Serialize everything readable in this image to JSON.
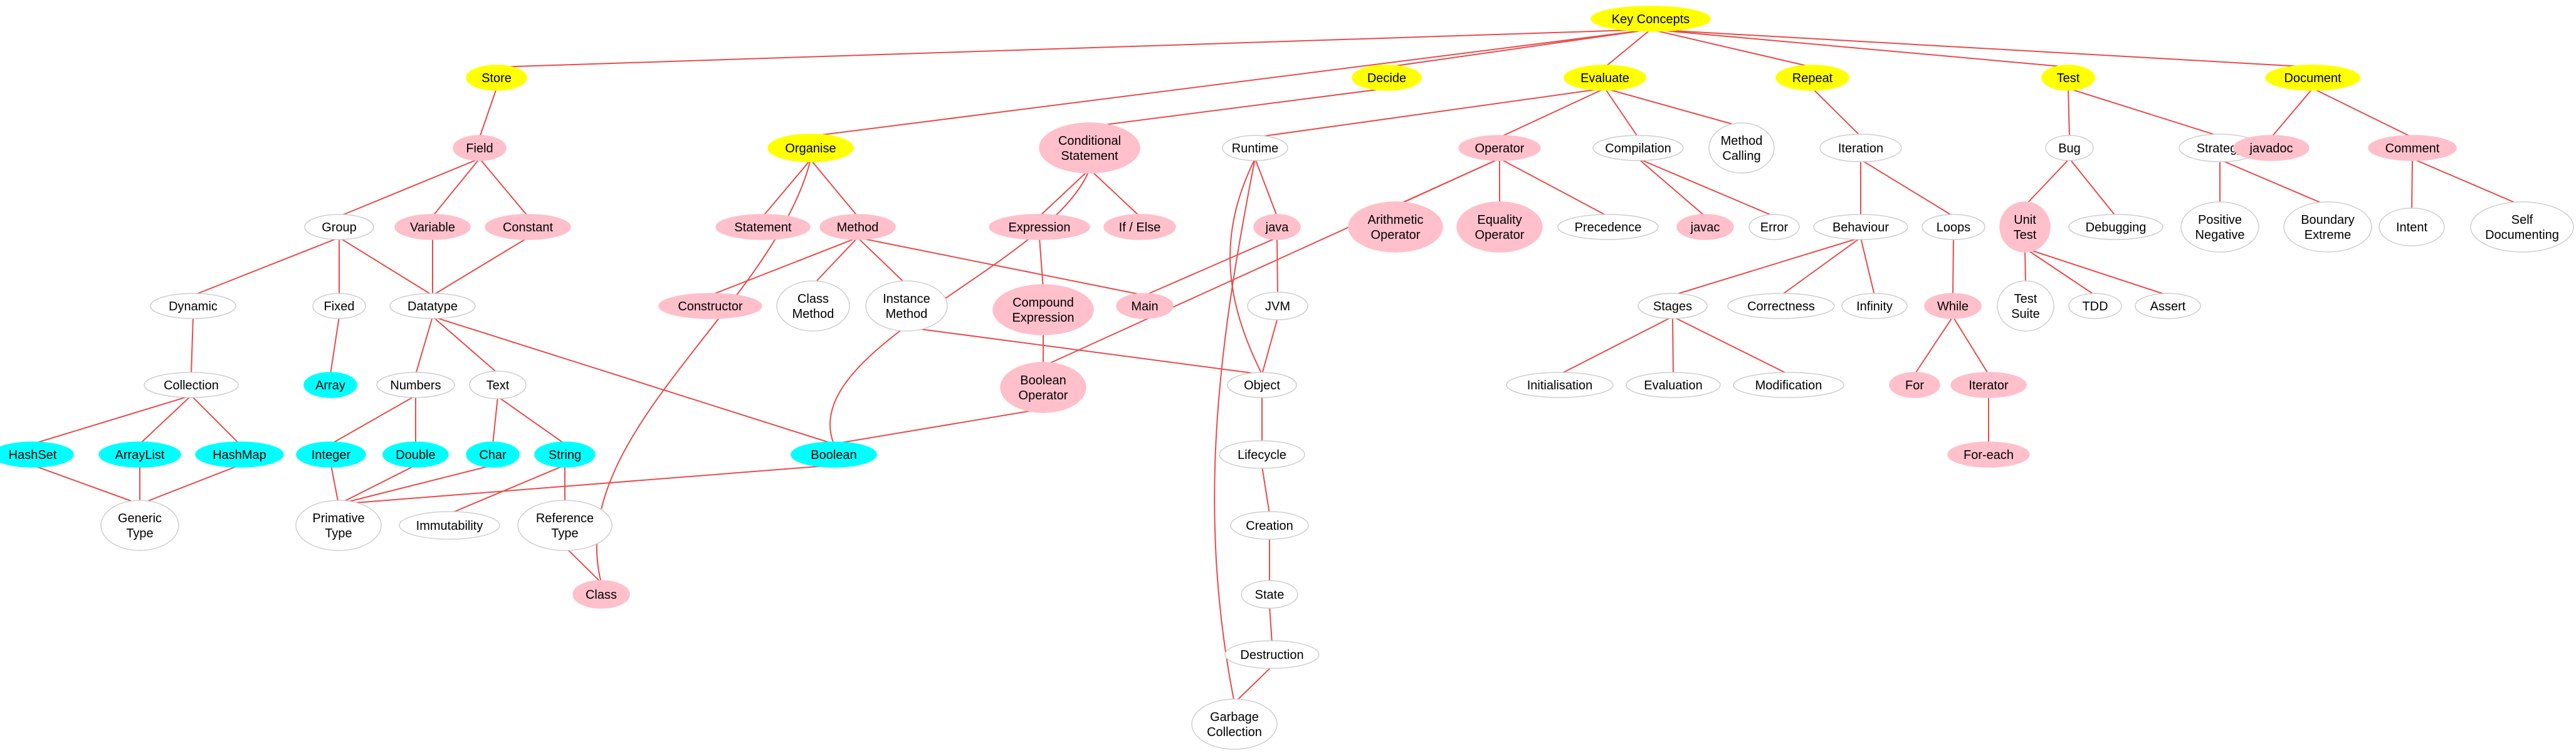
{
  "colors": {
    "edge": "#ea4b4b",
    "yellow": "#ffff00",
    "pink": "#ffc0cb",
    "cyan": "#00ffff",
    "white": "#ffffff",
    "outline": "#cfcfcf"
  },
  "nodes": [
    {
      "id": "key-concepts",
      "lines": [
        "Key Concepts"
      ],
      "fill": "yellow"
    },
    {
      "id": "store",
      "lines": [
        "Store"
      ],
      "fill": "yellow"
    },
    {
      "id": "decide",
      "lines": [
        "Decide"
      ],
      "fill": "yellow"
    },
    {
      "id": "evaluate",
      "lines": [
        "Evaluate"
      ],
      "fill": "yellow"
    },
    {
      "id": "repeat",
      "lines": [
        "Repeat"
      ],
      "fill": "yellow"
    },
    {
      "id": "test",
      "lines": [
        "Test"
      ],
      "fill": "yellow"
    },
    {
      "id": "document",
      "lines": [
        "Document"
      ],
      "fill": "yellow"
    },
    {
      "id": "organise",
      "lines": [
        "Organise"
      ],
      "fill": "yellow"
    },
    {
      "id": "field",
      "lines": [
        "Field"
      ],
      "fill": "pink"
    },
    {
      "id": "conditional-statement",
      "lines": [
        "Conditional",
        "Statement"
      ],
      "fill": "pink"
    },
    {
      "id": "runtime",
      "lines": [
        "Runtime"
      ],
      "fill": "white"
    },
    {
      "id": "operator",
      "lines": [
        "Operator"
      ],
      "fill": "pink"
    },
    {
      "id": "compilation",
      "lines": [
        "Compilation"
      ],
      "fill": "white"
    },
    {
      "id": "method-calling",
      "lines": [
        "Method",
        "Calling"
      ],
      "fill": "white"
    },
    {
      "id": "iteration",
      "lines": [
        "Iteration"
      ],
      "fill": "white"
    },
    {
      "id": "bug",
      "lines": [
        "Bug"
      ],
      "fill": "white"
    },
    {
      "id": "strategy",
      "lines": [
        "Strategy"
      ],
      "fill": "white"
    },
    {
      "id": "javadoc",
      "lines": [
        "javadoc"
      ],
      "fill": "pink"
    },
    {
      "id": "comment",
      "lines": [
        "Comment"
      ],
      "fill": "pink"
    },
    {
      "id": "group",
      "lines": [
        "Group"
      ],
      "fill": "white"
    },
    {
      "id": "variable",
      "lines": [
        "Variable"
      ],
      "fill": "pink"
    },
    {
      "id": "constant",
      "lines": [
        "Constant"
      ],
      "fill": "pink"
    },
    {
      "id": "statement",
      "lines": [
        "Statement"
      ],
      "fill": "pink"
    },
    {
      "id": "method",
      "lines": [
        "Method"
      ],
      "fill": "pink"
    },
    {
      "id": "expression",
      "lines": [
        "Expression"
      ],
      "fill": "pink"
    },
    {
      "id": "if-else",
      "lines": [
        "If / Else"
      ],
      "fill": "pink"
    },
    {
      "id": "java",
      "lines": [
        "java"
      ],
      "fill": "pink"
    },
    {
      "id": "arithmetic-operator",
      "lines": [
        "Arithmetic",
        "Operator"
      ],
      "fill": "pink"
    },
    {
      "id": "equality-operator",
      "lines": [
        "Equality",
        "Operator"
      ],
      "fill": "pink"
    },
    {
      "id": "precedence",
      "lines": [
        "Precedence"
      ],
      "fill": "white"
    },
    {
      "id": "javac",
      "lines": [
        "javac"
      ],
      "fill": "pink"
    },
    {
      "id": "error",
      "lines": [
        "Error"
      ],
      "fill": "white"
    },
    {
      "id": "behaviour",
      "lines": [
        "Behaviour"
      ],
      "fill": "white"
    },
    {
      "id": "loops",
      "lines": [
        "Loops"
      ],
      "fill": "white"
    },
    {
      "id": "unit-test",
      "lines": [
        "Unit",
        "Test"
      ],
      "fill": "pink"
    },
    {
      "id": "debugging",
      "lines": [
        "Debugging"
      ],
      "fill": "white"
    },
    {
      "id": "positive-negative",
      "lines": [
        "Positive",
        "Negative"
      ],
      "fill": "white"
    },
    {
      "id": "boundary-extreme",
      "lines": [
        "Boundary",
        "Extreme"
      ],
      "fill": "white"
    },
    {
      "id": "intent",
      "lines": [
        "Intent"
      ],
      "fill": "white"
    },
    {
      "id": "self-documenting",
      "lines": [
        "Self",
        "Documenting"
      ],
      "fill": "white"
    },
    {
      "id": "dynamic",
      "lines": [
        "Dynamic"
      ],
      "fill": "white"
    },
    {
      "id": "fixed",
      "lines": [
        "Fixed"
      ],
      "fill": "white"
    },
    {
      "id": "datatype",
      "lines": [
        "Datatype"
      ],
      "fill": "white"
    },
    {
      "id": "constructor",
      "lines": [
        "Constructor"
      ],
      "fill": "pink"
    },
    {
      "id": "class-method",
      "lines": [
        "Class",
        "Method"
      ],
      "fill": "white"
    },
    {
      "id": "instance-method",
      "lines": [
        "Instance",
        "Method"
      ],
      "fill": "white"
    },
    {
      "id": "main",
      "lines": [
        "Main"
      ],
      "fill": "pink"
    },
    {
      "id": "compound-expression",
      "lines": [
        "Compound",
        "Expression"
      ],
      "fill": "pink"
    },
    {
      "id": "jvm",
      "lines": [
        "JVM"
      ],
      "fill": "white"
    },
    {
      "id": "stages",
      "lines": [
        "Stages"
      ],
      "fill": "white"
    },
    {
      "id": "correctness",
      "lines": [
        "Correctness"
      ],
      "fill": "white"
    },
    {
      "id": "infinity",
      "lines": [
        "Infinity"
      ],
      "fill": "white"
    },
    {
      "id": "while",
      "lines": [
        "While"
      ],
      "fill": "pink"
    },
    {
      "id": "test-suite",
      "lines": [
        "Test",
        "Suite"
      ],
      "fill": "white"
    },
    {
      "id": "tdd",
      "lines": [
        "TDD"
      ],
      "fill": "white"
    },
    {
      "id": "assert",
      "lines": [
        "Assert"
      ],
      "fill": "white"
    },
    {
      "id": "collection",
      "lines": [
        "Collection"
      ],
      "fill": "white"
    },
    {
      "id": "array",
      "lines": [
        "Array"
      ],
      "fill": "cyan"
    },
    {
      "id": "numbers",
      "lines": [
        "Numbers"
      ],
      "fill": "white"
    },
    {
      "id": "text",
      "lines": [
        "Text"
      ],
      "fill": "white"
    },
    {
      "id": "boolean-operator",
      "lines": [
        "Boolean",
        "Operator"
      ],
      "fill": "pink"
    },
    {
      "id": "object",
      "lines": [
        "Object"
      ],
      "fill": "white"
    },
    {
      "id": "initialisation",
      "lines": [
        "Initialisation"
      ],
      "fill": "white"
    },
    {
      "id": "evaluation",
      "lines": [
        "Evaluation"
      ],
      "fill": "white"
    },
    {
      "id": "modification",
      "lines": [
        "Modification"
      ],
      "fill": "white"
    },
    {
      "id": "for",
      "lines": [
        "For"
      ],
      "fill": "pink"
    },
    {
      "id": "iterator",
      "lines": [
        "Iterator"
      ],
      "fill": "pink"
    },
    {
      "id": "hashset",
      "lines": [
        "HashSet"
      ],
      "fill": "cyan"
    },
    {
      "id": "arraylist",
      "lines": [
        "ArrayList"
      ],
      "fill": "cyan"
    },
    {
      "id": "hashmap",
      "lines": [
        "HashMap"
      ],
      "fill": "cyan"
    },
    {
      "id": "integer",
      "lines": [
        "Integer"
      ],
      "fill": "cyan"
    },
    {
      "id": "double",
      "lines": [
        "Double"
      ],
      "fill": "cyan"
    },
    {
      "id": "char",
      "lines": [
        "Char"
      ],
      "fill": "cyan"
    },
    {
      "id": "string",
      "lines": [
        "String"
      ],
      "fill": "cyan"
    },
    {
      "id": "boolean",
      "lines": [
        "Boolean"
      ],
      "fill": "cyan"
    },
    {
      "id": "lifecycle",
      "lines": [
        "Lifecycle"
      ],
      "fill": "white"
    },
    {
      "id": "for-each",
      "lines": [
        "For-each"
      ],
      "fill": "pink"
    },
    {
      "id": "generic-type",
      "lines": [
        "Generic",
        "Type"
      ],
      "fill": "white"
    },
    {
      "id": "primative-type",
      "lines": [
        "Primative",
        "Type"
      ],
      "fill": "white"
    },
    {
      "id": "immutability",
      "lines": [
        "Immutability"
      ],
      "fill": "white"
    },
    {
      "id": "reference-type",
      "lines": [
        "Reference",
        "Type"
      ],
      "fill": "white"
    },
    {
      "id": "creation",
      "lines": [
        "Creation"
      ],
      "fill": "white"
    },
    {
      "id": "class",
      "lines": [
        "Class"
      ],
      "fill": "pink"
    },
    {
      "id": "state",
      "lines": [
        "State"
      ],
      "fill": "white"
    },
    {
      "id": "destruction",
      "lines": [
        "Destruction"
      ],
      "fill": "white"
    },
    {
      "id": "garbage-collection",
      "lines": [
        "Garbage",
        "Collection"
      ],
      "fill": "white"
    }
  ],
  "edges": [
    [
      "key-concepts",
      "store"
    ],
    [
      "key-concepts",
      "organise"
    ],
    [
      "key-concepts",
      "decide"
    ],
    [
      "key-concepts",
      "evaluate"
    ],
    [
      "key-concepts",
      "repeat"
    ],
    [
      "key-concepts",
      "test"
    ],
    [
      "key-concepts",
      "document"
    ],
    [
      "store",
      "field"
    ],
    [
      "field",
      "group"
    ],
    [
      "field",
      "variable"
    ],
    [
      "field",
      "constant"
    ],
    [
      "group",
      "dynamic"
    ],
    [
      "group",
      "fixed"
    ],
    [
      "group",
      "datatype"
    ],
    [
      "variable",
      "datatype"
    ],
    [
      "constant",
      "datatype"
    ],
    [
      "dynamic",
      "collection"
    ],
    [
      "fixed",
      "array"
    ],
    [
      "collection",
      "hashset"
    ],
    [
      "collection",
      "arraylist"
    ],
    [
      "collection",
      "hashmap"
    ],
    [
      "hashset",
      "generic-type"
    ],
    [
      "arraylist",
      "generic-type"
    ],
    [
      "hashmap",
      "generic-type"
    ],
    [
      "datatype",
      "numbers"
    ],
    [
      "datatype",
      "text"
    ],
    [
      "datatype",
      "boolean"
    ],
    [
      "numbers",
      "integer"
    ],
    [
      "numbers",
      "double"
    ],
    [
      "integer",
      "primative-type"
    ],
    [
      "double",
      "primative-type"
    ],
    [
      "text",
      "char"
    ],
    [
      "text",
      "string"
    ],
    [
      "char",
      "primative-type"
    ],
    [
      "boolean",
      "primative-type"
    ],
    [
      "string",
      "immutability"
    ],
    [
      "string",
      "reference-type"
    ],
    [
      "reference-type",
      "class"
    ],
    [
      "organise",
      "statement"
    ],
    [
      "organise",
      "method"
    ],
    [
      "organise",
      "class"
    ],
    [
      "method",
      "constructor"
    ],
    [
      "method",
      "class-method"
    ],
    [
      "method",
      "instance-method"
    ],
    [
      "method",
      "main"
    ],
    [
      "instance-method",
      "object"
    ],
    [
      "decide",
      "conditional-statement"
    ],
    [
      "conditional-statement",
      "expression"
    ],
    [
      "conditional-statement",
      "if-else"
    ],
    [
      "conditional-statement",
      "boolean"
    ],
    [
      "expression",
      "compound-expression"
    ],
    [
      "compound-expression",
      "boolean-operator"
    ],
    [
      "boolean-operator",
      "boolean"
    ],
    [
      "evaluate",
      "runtime"
    ],
    [
      "evaluate",
      "operator"
    ],
    [
      "evaluate",
      "compilation"
    ],
    [
      "evaluate",
      "method-calling"
    ],
    [
      "runtime",
      "java"
    ],
    [
      "runtime",
      "object"
    ],
    [
      "runtime",
      "garbage-collection"
    ],
    [
      "java",
      "main"
    ],
    [
      "java",
      "jvm"
    ],
    [
      "jvm",
      "object"
    ],
    [
      "object",
      "lifecycle"
    ],
    [
      "lifecycle",
      "creation"
    ],
    [
      "creation",
      "state"
    ],
    [
      "state",
      "destruction"
    ],
    [
      "destruction",
      "garbage-collection"
    ],
    [
      "operator",
      "arithmetic-operator"
    ],
    [
      "operator",
      "equality-operator"
    ],
    [
      "operator",
      "precedence"
    ],
    [
      "operator",
      "boolean-operator"
    ],
    [
      "compilation",
      "javac"
    ],
    [
      "compilation",
      "error"
    ],
    [
      "repeat",
      "iteration"
    ],
    [
      "iteration",
      "behaviour"
    ],
    [
      "iteration",
      "loops"
    ],
    [
      "behaviour",
      "stages"
    ],
    [
      "behaviour",
      "correctness"
    ],
    [
      "behaviour",
      "infinity"
    ],
    [
      "stages",
      "initialisation"
    ],
    [
      "stages",
      "evaluation"
    ],
    [
      "stages",
      "modification"
    ],
    [
      "loops",
      "while"
    ],
    [
      "while",
      "for"
    ],
    [
      "while",
      "iterator"
    ],
    [
      "iterator",
      "for-each"
    ],
    [
      "test",
      "bug"
    ],
    [
      "test",
      "strategy"
    ],
    [
      "bug",
      "unit-test"
    ],
    [
      "bug",
      "debugging"
    ],
    [
      "unit-test",
      "test-suite"
    ],
    [
      "unit-test",
      "tdd"
    ],
    [
      "unit-test",
      "assert"
    ],
    [
      "strategy",
      "positive-negative"
    ],
    [
      "strategy",
      "boundary-extreme"
    ],
    [
      "document",
      "javadoc"
    ],
    [
      "document",
      "comment"
    ],
    [
      "comment",
      "intent"
    ],
    [
      "comment",
      "self-documenting"
    ]
  ]
}
